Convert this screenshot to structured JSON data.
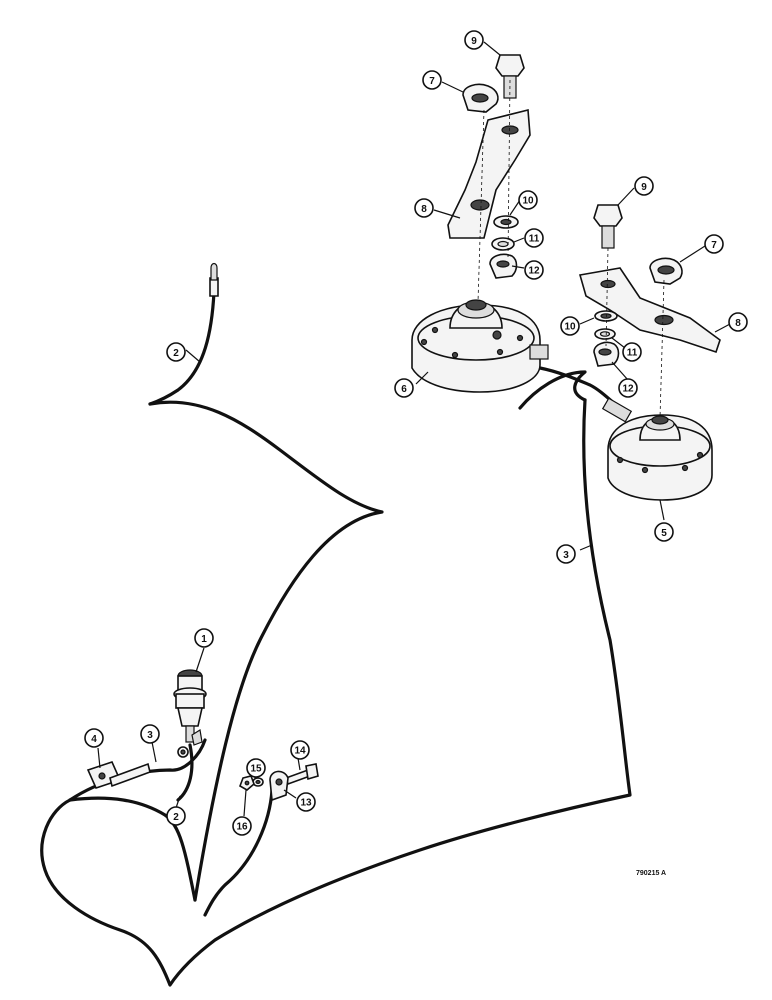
{
  "figure_ref": "790215 A",
  "callouts": {
    "c1": "1",
    "c2a": "2",
    "c2b": "2",
    "c3a": "3",
    "c3b": "3",
    "c4": "4",
    "c5": "5",
    "c6": "6",
    "c7a": "7",
    "c7b": "7",
    "c8a": "8",
    "c8b": "8",
    "c9a": "9",
    "c9b": "9",
    "c10a": "10",
    "c10b": "10",
    "c11a": "11",
    "c11b": "11",
    "c12a": "12",
    "c12b": "12",
    "c13": "13",
    "c14": "14",
    "c15": "15",
    "c16": "16"
  }
}
